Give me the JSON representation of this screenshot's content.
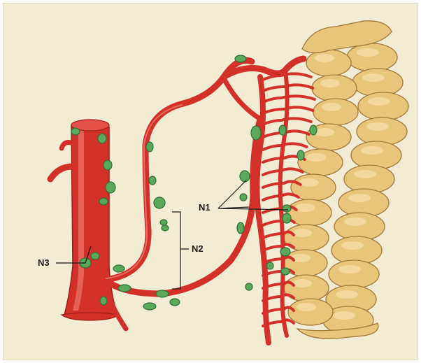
{
  "labels": {
    "n1": "N1",
    "n2": "N2",
    "n3": "N3"
  },
  "colors": {
    "background": "#f3ecd5",
    "vessel": "#d4302a",
    "lymph_node": "#5aa85a",
    "colon": "#e9c47b"
  }
}
